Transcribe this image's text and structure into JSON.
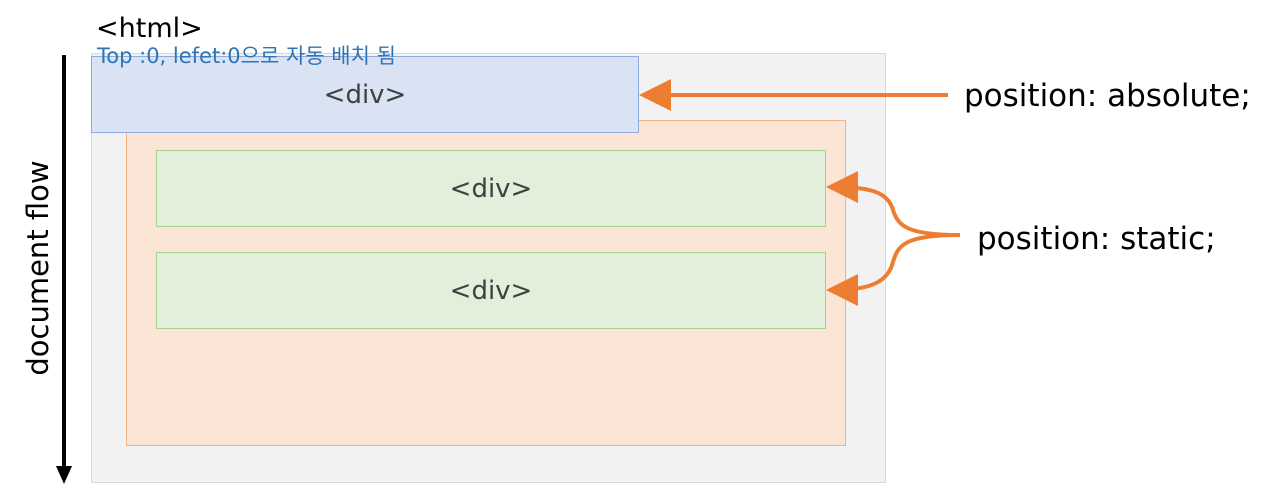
{
  "html_element": {
    "label": "<html>"
  },
  "absolute_div": {
    "label": "<div>",
    "note": "Top :0, lefet:0으로 자동 배치 됨"
  },
  "static_divs": [
    {
      "label": "<div>"
    },
    {
      "label": "<div>"
    }
  ],
  "annotations": {
    "absolute": "position: absolute;",
    "static": "position: static;",
    "flow": "document flow"
  },
  "colors": {
    "html_bg": "#f2f2f2",
    "orange_fill": "#fbe5d6",
    "orange_border": "#f4b183",
    "blue_fill": "#dae3f3",
    "blue_border": "#8faadc",
    "green_fill": "#e2efda",
    "green_border": "#a9d18e",
    "arrow": "#ed7d31",
    "note_text": "#2e75b6"
  }
}
